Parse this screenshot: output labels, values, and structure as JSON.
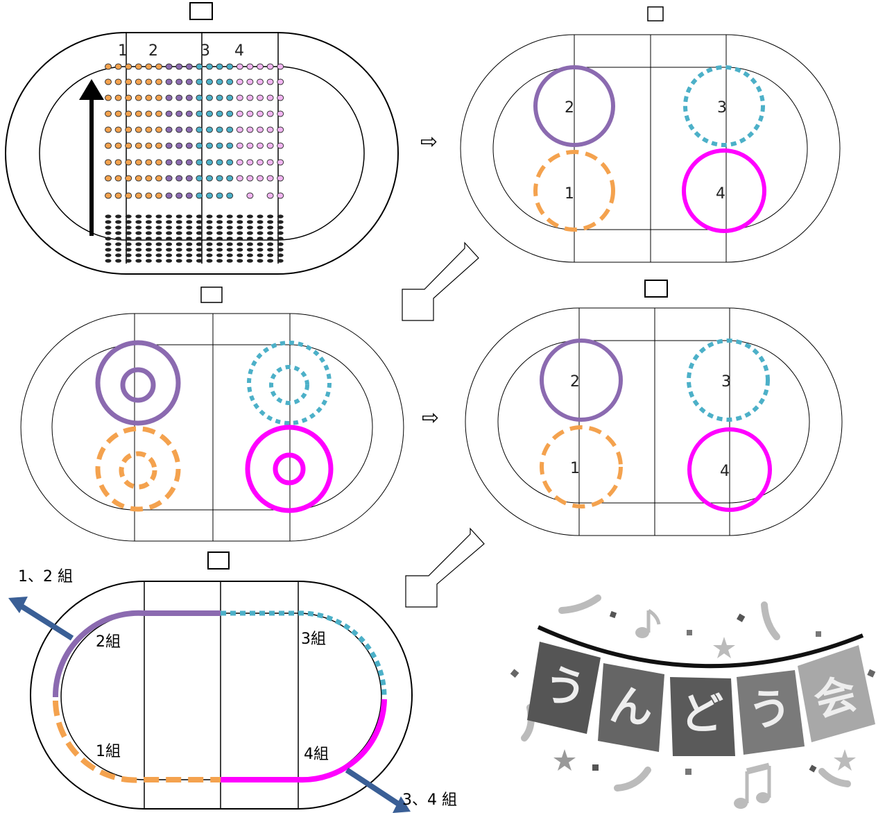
{
  "colors": {
    "group1": "#f4a24e",
    "group2": "#8b6ab0",
    "group3": "#4cb0c8",
    "group4": "#ff00ff",
    "line": "#000000",
    "arrow_blue": "#3a5f96",
    "banner_dark": "#555555",
    "banner_mid": "#808080",
    "banner_light": "#a8a8a8",
    "confetti": "#bbbbbb"
  },
  "panel1": {
    "column_numbers": [
      "1",
      "2",
      "3",
      "4"
    ]
  },
  "panel2": {
    "circle_numbers": [
      "1",
      "2",
      "3",
      "4"
    ]
  },
  "panel4": {
    "circle_numbers": [
      "1",
      "2",
      "3",
      "4"
    ]
  },
  "panel5": {
    "group_labels": {
      "g1": "1組",
      "g2": "2組",
      "g3": "3組",
      "g4": "4組"
    },
    "exit_labels": {
      "left": "1、2 組",
      "right": "3、4 組"
    }
  },
  "banner": {
    "flags": [
      "う",
      "ん",
      "ど",
      "う",
      "会"
    ]
  },
  "transition_arrow": "⇨"
}
